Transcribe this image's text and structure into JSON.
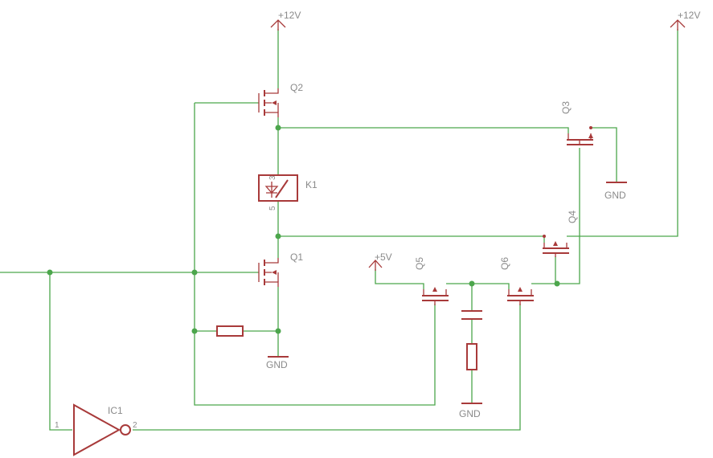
{
  "labels": {
    "vcc12_a": "+12V",
    "vcc12_b": "+12V",
    "vcc5": "+5V",
    "gnd_a": "GND",
    "gnd_b": "GND",
    "gnd_c": "GND",
    "q1": "Q1",
    "q2": "Q2",
    "q3": "Q3",
    "q4": "Q4",
    "q5": "Q5",
    "q6": "Q6",
    "k1": "K1",
    "ic1": "IC1"
  },
  "pins": {
    "k1_top": "3",
    "k1_bottom": "5",
    "ic1_in": "1",
    "ic1_out": "2"
  },
  "colors": {
    "wire": "#4ca64c",
    "component": "#a83a3a",
    "text": "#8a8a8a",
    "background": "#ffffff"
  }
}
